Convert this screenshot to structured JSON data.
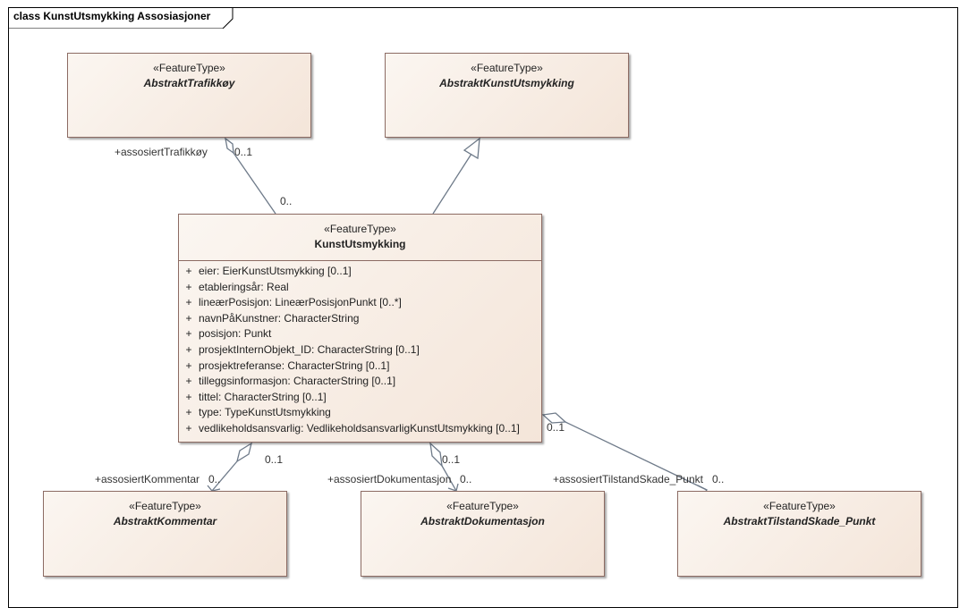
{
  "frame": {
    "title": "class KunstUtsmykking Assosiasjoner"
  },
  "classes": {
    "trafikkoy": {
      "stereotype": "«FeatureType»",
      "name": "AbstraktTrafikkøy"
    },
    "kunst_abstrakt": {
      "stereotype": "«FeatureType»",
      "name": "AbstraktKunstUtsmykking"
    },
    "kunst": {
      "stereotype": "«FeatureType»",
      "name": "KunstUtsmykking",
      "attributes": [
        {
          "vis": "+",
          "text": "eier: EierKunstUtsmykking [0..1]"
        },
        {
          "vis": "+",
          "text": "etableringsår: Real"
        },
        {
          "vis": "+",
          "text": "lineærPosisjon: LineærPosisjonPunkt [0..*]"
        },
        {
          "vis": "+",
          "text": "navnPåKunstner: CharacterString"
        },
        {
          "vis": "+",
          "text": "posisjon: Punkt"
        },
        {
          "vis": "+",
          "text": "prosjektInternObjekt_ID: CharacterString [0..1]"
        },
        {
          "vis": "+",
          "text": "prosjektreferanse: CharacterString [0..1]"
        },
        {
          "vis": "+",
          "text": "tilleggsinformasjon: CharacterString [0..1]"
        },
        {
          "vis": "+",
          "text": "tittel: CharacterString [0..1]"
        },
        {
          "vis": "+",
          "text": "type: TypeKunstUtsmykking"
        },
        {
          "vis": "+",
          "text": "vedlikeholdsansvarlig: VedlikeholdsansvarligKunstUtsmykking [0..1]"
        }
      ]
    },
    "kommentar": {
      "stereotype": "«FeatureType»",
      "name": "AbstraktKommentar"
    },
    "dokumentasjon": {
      "stereotype": "«FeatureType»",
      "name": "AbstraktDokumentasjon"
    },
    "tilstand": {
      "stereotype": "«FeatureType»",
      "name": "AbstraktTilstandSkade_Punkt"
    }
  },
  "labels": {
    "trafikkoy_role": "+assosiertTrafikkøy",
    "trafikkoy_mult_target": "0..1",
    "trafikkoy_mult_source": "0..",
    "kommentar_mult_source": "0..1",
    "kommentar_role": "+assosiertKommentar",
    "kommentar_mult_target": "0..",
    "dok_mult_source": "0..1",
    "dok_role": "+assosiertDokumentasjon",
    "dok_mult_target": "0..",
    "tilstand_mult_source": "0..1",
    "tilstand_role": "+assosiertTilstandSkade_Punkt",
    "tilstand_mult_target": "0.."
  }
}
